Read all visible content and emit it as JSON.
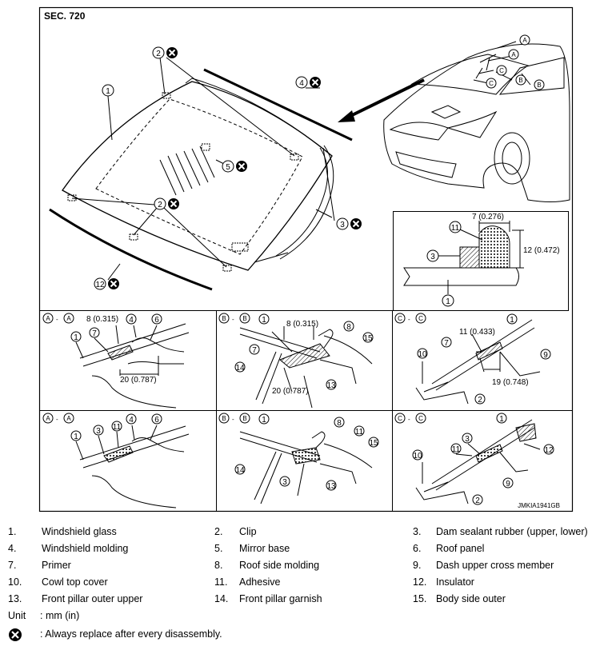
{
  "section": "SEC. 720",
  "image_code": "JMKIA1941GB",
  "dimensions": {
    "dim1": "7 (0.276)",
    "dim2": "12 (0.472)",
    "aa_top": "8 (0.315)",
    "aa_bottom": "20 (0.787)",
    "bb_top": "8 (0.315)",
    "bb_bottom": "20 (0.787)",
    "cc_top": "11 (0.433)",
    "cc_bottom": "19 (0.748)"
  },
  "section_labels": {
    "a": "A",
    "b": "B",
    "c": "C",
    "dash": "-"
  },
  "callouts": [
    "1",
    "2",
    "3",
    "4",
    "5",
    "6",
    "7",
    "8",
    "9",
    "10",
    "11",
    "12",
    "13",
    "14",
    "15"
  ],
  "legend": [
    {
      "n": "1.",
      "label": "Windshield glass"
    },
    {
      "n": "2.",
      "label": "Clip"
    },
    {
      "n": "3.",
      "label": "Dam sealant rubber (upper, lower)"
    },
    {
      "n": "4.",
      "label": "Windshield molding"
    },
    {
      "n": "5.",
      "label": "Mirror base"
    },
    {
      "n": "6.",
      "label": "Roof panel"
    },
    {
      "n": "7.",
      "label": "Primer"
    },
    {
      "n": "8.",
      "label": "Roof side molding"
    },
    {
      "n": "9.",
      "label": "Dash upper cross member"
    },
    {
      "n": "10.",
      "label": "Cowl top cover"
    },
    {
      "n": "11.",
      "label": "Adhesive"
    },
    {
      "n": "12.",
      "label": "Insulator"
    },
    {
      "n": "13.",
      "label": "Front pillar outer upper"
    },
    {
      "n": "14.",
      "label": "Front pillar garnish"
    },
    {
      "n": "15.",
      "label": "Body side outer"
    }
  ],
  "unit_label": "Unit",
  "unit_value": ": mm (in)",
  "note": ": Always replace after every disassembly.",
  "colors": {
    "line": "#000000",
    "frame": "#000000",
    "hatch": "#888888"
  }
}
